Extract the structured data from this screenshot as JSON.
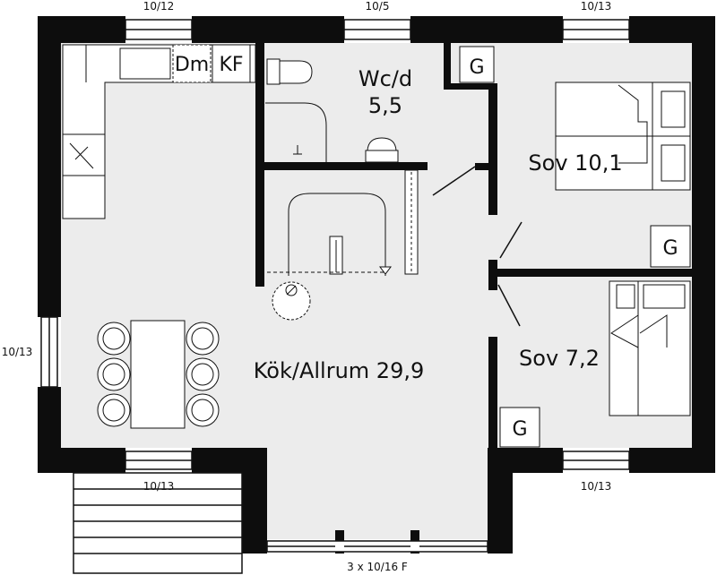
{
  "rooms": {
    "kitchen": "Kök/Allrum 29,9",
    "wc_name": "Wc/d",
    "wc_area": "5,5",
    "bedroom1": "Sov 10,1",
    "bedroom2": "Sov 7,2"
  },
  "appliances": {
    "dishwasher": "Dm",
    "fridge_freezer": "KF",
    "wardrobe": "G"
  },
  "windows": {
    "top_left": "10/12",
    "top_center": "10/5",
    "top_right": "10/13",
    "left": "10/13",
    "bottom_left": "10/13",
    "bottom_right": "10/13",
    "entrance": "3 x 10/16 F"
  },
  "colors": {
    "wall": "#0d0d0d",
    "floor": "#ececec",
    "furniture": "#ffffff",
    "line": "#111111"
  }
}
